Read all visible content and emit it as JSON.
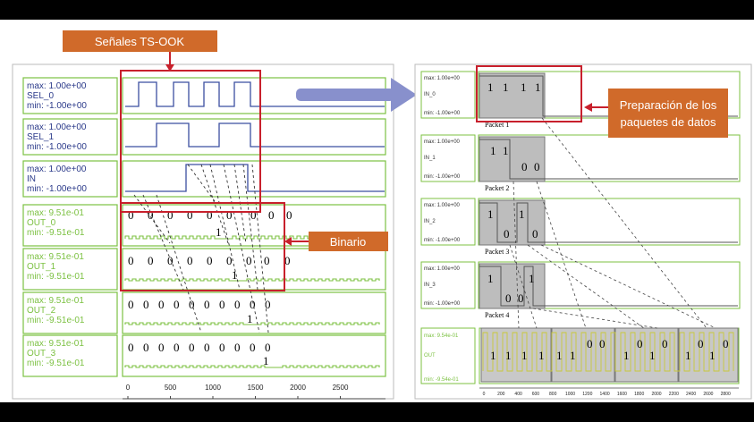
{
  "callouts": {
    "tsook": "Señales TS-OOK",
    "binario": "Binario",
    "prep_line1": "Preparación de los",
    "prep_line2": "paquetes de datos"
  },
  "left_panel": {
    "rows": [
      {
        "max": "max:  1.00e+00",
        "name": "SEL_0",
        "min": "min: -1.00e+00"
      },
      {
        "max": "max:  1.00e+00",
        "name": "SEL_1",
        "min": "min: -1.00e+00"
      },
      {
        "max": "max:  1.00e+00",
        "name": "IN",
        "min": "min: -1.00e+00"
      },
      {
        "max": "max:  9.51e-01",
        "name": "OUT_0",
        "min": "min: -9.51e-01"
      },
      {
        "max": "max:  9.51e-01",
        "name": "OUT_1",
        "min": "min: -9.51e-01"
      },
      {
        "max": "max:  9.51e-01",
        "name": "OUT_2",
        "min": "min: -9.51e-01"
      },
      {
        "max": "max:  9.51e-01",
        "name": "OUT_3",
        "min": "min: -9.51e-01"
      }
    ],
    "bits": {
      "out0": [
        "0",
        "0",
        "0",
        "0",
        "0",
        "0",
        "0",
        "0",
        "0"
      ],
      "out0_one": "1",
      "out1": [
        "0",
        "0",
        "0",
        "0",
        "0",
        "0",
        "0",
        "0",
        "0"
      ],
      "out1_one": "1",
      "out2": [
        "0",
        "0",
        "0",
        "0",
        "0",
        "0",
        "0",
        "0",
        "0",
        "0"
      ],
      "out2_one": "1",
      "out3": [
        "0",
        "0",
        "0",
        "0",
        "0",
        "0",
        "0",
        "0",
        "0",
        "0"
      ],
      "out3_one": "1"
    },
    "x_ticks": [
      "0",
      "500",
      "1000",
      "1500",
      "2000",
      "2500"
    ]
  },
  "right_panel": {
    "rows": [
      {
        "max": "max:  1.00e+00",
        "name": "IN_0",
        "min": "min: -1.00e+00",
        "packet": "Packet 1"
      },
      {
        "max": "max:  1.00e+00",
        "name": "IN_1",
        "min": "min: -1.00e+00",
        "packet": "Packet 2"
      },
      {
        "max": "max:  1.00e+00",
        "name": "IN_2",
        "min": "min: -1.00e+00",
        "packet": "Packet 3"
      },
      {
        "max": "max:  1.00e+00",
        "name": "IN_3",
        "min": "min: -1.00e+00",
        "packet": "Packet 4"
      }
    ],
    "out_row": {
      "max": "max:  9.54e-01",
      "name": "OUT",
      "min": "min: -9.54e-01"
    },
    "packet_bits": {
      "p1": [
        "1",
        "1",
        "1",
        "1"
      ],
      "p2_top": [
        "1",
        "1"
      ],
      "p2_bot": [
        "0",
        "0"
      ],
      "p3_top": [
        "1",
        "1"
      ],
      "p3_bot": [
        "0",
        "0"
      ],
      "p4_top": [
        "1",
        "1"
      ],
      "p4_bot": [
        "0",
        "0"
      ]
    },
    "out_bits": {
      "g1_bot": [
        "1",
        "1",
        "1",
        "1"
      ],
      "g2_top": [
        "0",
        "0"
      ],
      "g2_bot": [
        "1",
        "1"
      ],
      "g3_top": [
        "0",
        "0"
      ],
      "g3_bot": [
        "1",
        "1"
      ],
      "g4_top": [
        "0",
        "0"
      ],
      "g4_bot": [
        "1",
        "1"
      ]
    },
    "x_ticks": [
      "0",
      "200",
      "400",
      "600",
      "800",
      "1000",
      "1200",
      "1400",
      "1600",
      "1800",
      "2000",
      "2200",
      "2400",
      "2600",
      "2800"
    ]
  },
  "colors": {
    "frame_green": "#7cc142",
    "signal_blue": "#3b4fa0",
    "callout_red": "#c8202c",
    "callout_orange": "#d06a2a",
    "arrow_purple": "#8890cc",
    "out_yellow": "#c9c93a"
  }
}
